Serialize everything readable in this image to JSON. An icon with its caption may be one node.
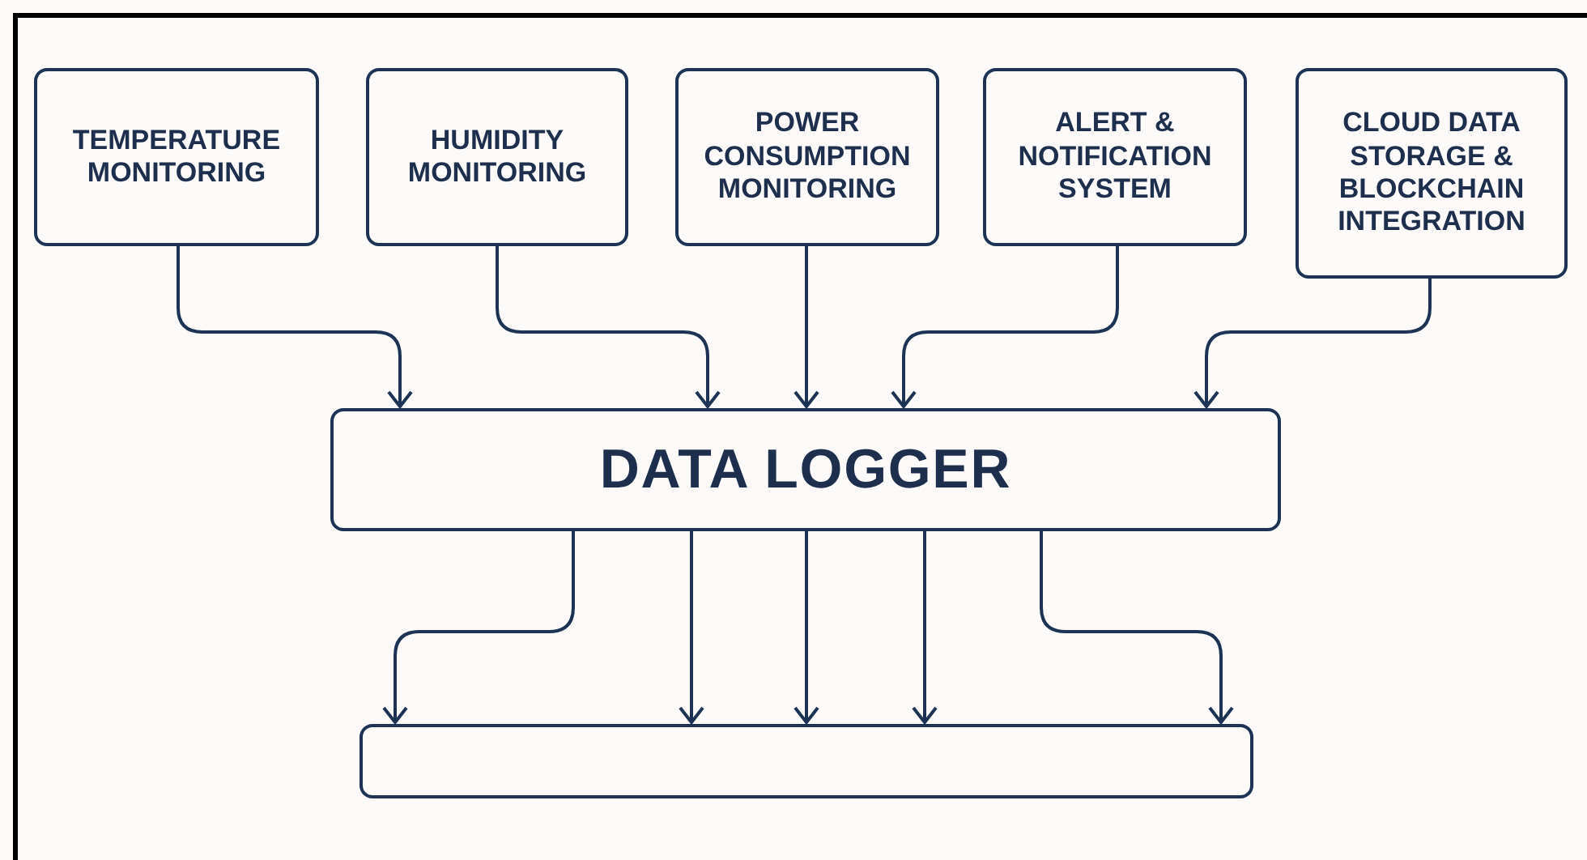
{
  "diagram": {
    "nodes": [
      {
        "text": [
          "TEMPERATURE MONITORING"
        ]
      },
      {
        "text": [
          "HUMIDITY MONITORING"
        ]
      },
      {
        "text": [
          "POWER CONSUMPTION MONITORING"
        ]
      },
      {
        "text": [
          "ALERT & NOTIFICATION SYSTEM"
        ]
      },
      {
        "text": [
          "CLOUD DATA STORAGE & BLOCKCHAIN INTEGRATION"
        ]
      },
      {
        "text": [
          "DATA LOGGER"
        ]
      },
      {
        "text": [],
        "shape": "box"
      }
    ],
    "edges": [
      {
        "from": 0,
        "to": 5,
        "arrow": "to"
      },
      {
        "from": 1,
        "to": 5,
        "arrow": "to"
      },
      {
        "from": 2,
        "to": 5,
        "arrow": "to"
      },
      {
        "from": 3,
        "to": 5,
        "arrow": "to"
      },
      {
        "from": 4,
        "to": 5,
        "arrow": "to"
      },
      {
        "from": 5,
        "to": 6,
        "arrow": "to"
      },
      {
        "from": 5,
        "to": 6,
        "arrow": "to"
      },
      {
        "from": 5,
        "to": 6,
        "arrow": "to"
      },
      {
        "from": 5,
        "to": 6,
        "arrow": "to"
      },
      {
        "from": 5,
        "to": 6,
        "arrow": "to"
      }
    ]
  }
}
